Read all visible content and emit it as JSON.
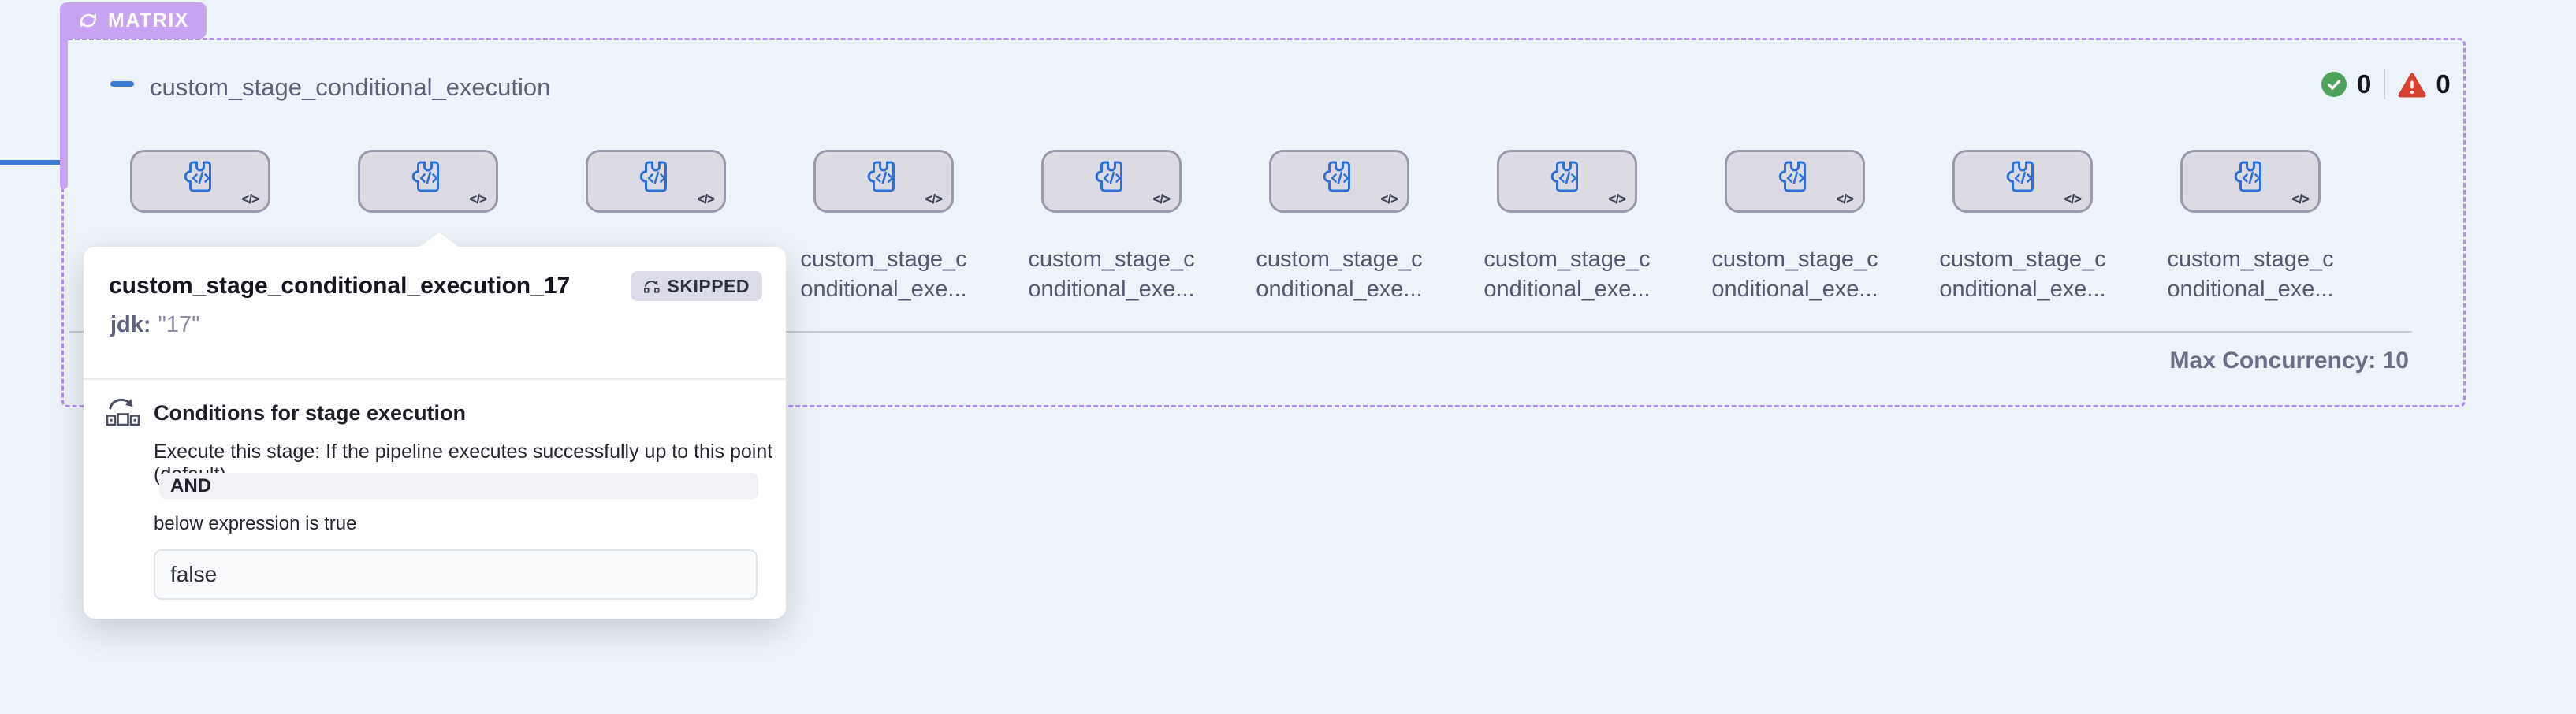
{
  "matrix": {
    "badge_label": "MATRIX",
    "title": "custom_stage_conditional_execution",
    "success_count": "0",
    "error_count": "0",
    "max_concurrency": "Max Concurrency: 10",
    "stage_label_line1": "custom_stage_c",
    "stage_label_line2": "onditional_exe...",
    "card_code_glyph": "</>"
  },
  "tooltip": {
    "title": "custom_stage_conditional_execution_17",
    "status_label": "SKIPPED",
    "variable_label": "jdk",
    "variable_separator": ":",
    "variable_value": "\"17\"",
    "conditions_heading": "Conditions for stage execution",
    "conditions_description": "Execute this stage: If the pipeline executes successfully up to this point (default)",
    "operator": "AND",
    "expression_note": "below expression is true",
    "expression_value": "false"
  },
  "colors": {
    "accent_purple": "#c7a4f2",
    "border_purple": "#b48fee",
    "connector_blue": "#3a79d4",
    "stage_icon_blue": "#2e6fd8",
    "success_green": "#4ea25c",
    "error_red": "#d8402f"
  }
}
